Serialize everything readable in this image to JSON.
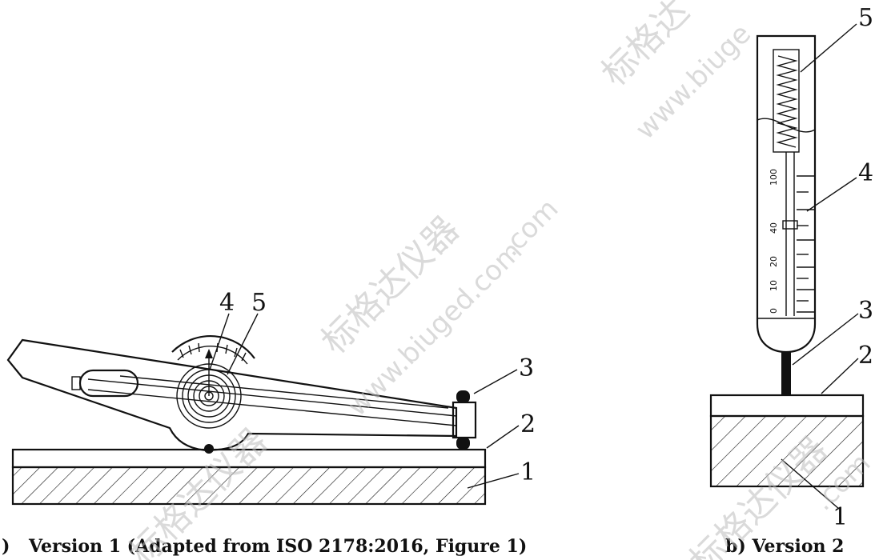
{
  "figure_a": {
    "caption_prefix": ")",
    "caption_text": "Version 1 (Adapted from ISO 2178:2016, Figure 1)",
    "labels": {
      "one": "1",
      "two": "2",
      "three": "3",
      "four": "4",
      "five": "5"
    }
  },
  "figure_b": {
    "caption": "b)  Version 2",
    "labels": {
      "one": "1",
      "two": "2",
      "three": "3",
      "four": "4",
      "five": "5"
    },
    "scale_ticks": [
      "0",
      "10",
      "20",
      "40",
      "100"
    ]
  },
  "watermark": {
    "cn": "标格达仪器",
    "url": "www.biuged.com",
    "url_short": "biuged.com",
    "cn_partial": "标格达",
    "url_partial": "www.biuge",
    "com": ".com"
  }
}
